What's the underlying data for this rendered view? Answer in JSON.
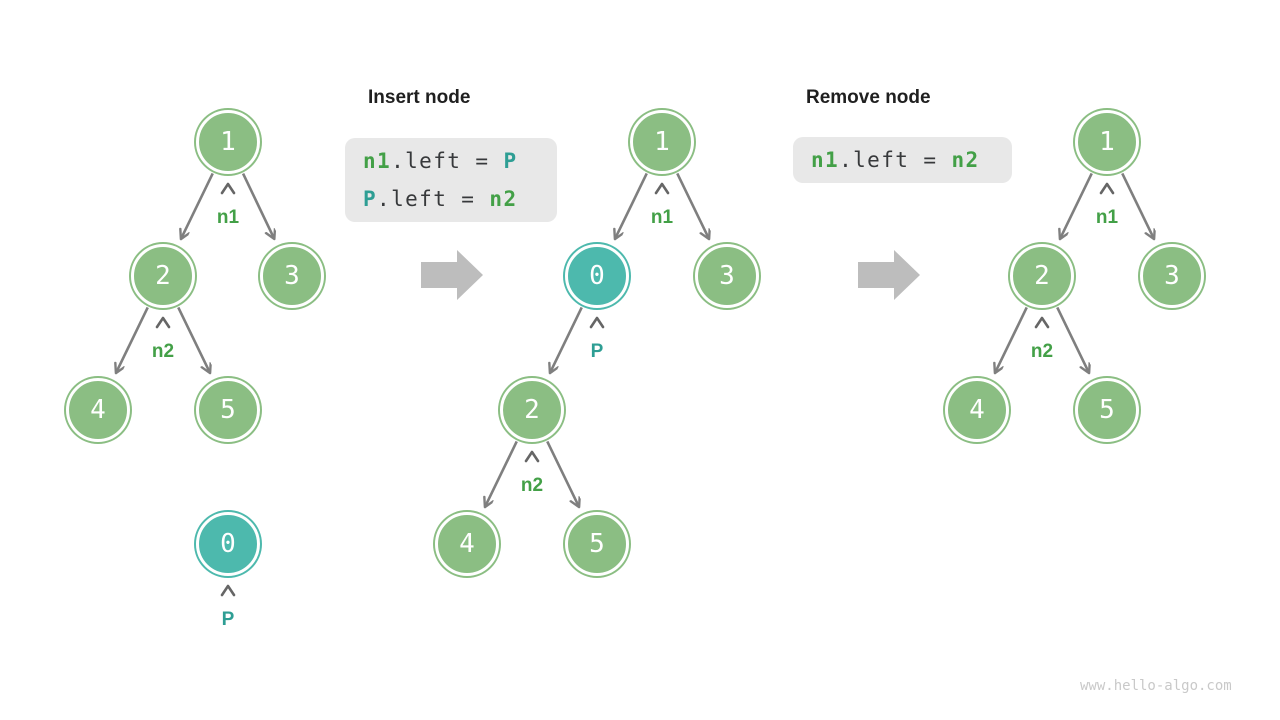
{
  "sections": [
    {
      "title": "Insert node",
      "code": {
        "lines": [
          {
            "segments": [
              {
                "text": "n1",
                "color": "green"
              },
              {
                "text": ".left = ",
                "color": "plain"
              },
              {
                "text": "P",
                "color": "teal"
              }
            ]
          },
          {
            "segments": [
              {
                "text": "P",
                "color": "teal"
              },
              {
                "text": ".left = ",
                "color": "plain"
              },
              {
                "text": "n2",
                "color": "green"
              }
            ]
          }
        ]
      }
    },
    {
      "title": "Remove node",
      "code": {
        "lines": [
          {
            "segments": [
              {
                "text": "n1",
                "color": "green"
              },
              {
                "text": ".left = ",
                "color": "plain"
              },
              {
                "text": "n2",
                "color": "green"
              }
            ]
          }
        ]
      }
    }
  ],
  "trees": [
    {
      "name": "initial-tree",
      "nodes": [
        {
          "value": "1",
          "kind": "green"
        },
        {
          "value": "2",
          "kind": "green"
        },
        {
          "value": "3",
          "kind": "green"
        },
        {
          "value": "4",
          "kind": "green"
        },
        {
          "value": "5",
          "kind": "green"
        },
        {
          "value": "0",
          "kind": "teal"
        }
      ],
      "pointers": [
        {
          "label": "n1",
          "color": "green"
        },
        {
          "label": "n2",
          "color": "green"
        },
        {
          "label": "P",
          "color": "teal"
        }
      ]
    },
    {
      "name": "after-insert-tree",
      "nodes": [
        {
          "value": "1",
          "kind": "green"
        },
        {
          "value": "0",
          "kind": "teal"
        },
        {
          "value": "3",
          "kind": "green"
        },
        {
          "value": "2",
          "kind": "green"
        },
        {
          "value": "4",
          "kind": "green"
        },
        {
          "value": "5",
          "kind": "green"
        }
      ],
      "pointers": [
        {
          "label": "n1",
          "color": "green"
        },
        {
          "label": "P",
          "color": "teal"
        },
        {
          "label": "n2",
          "color": "green"
        }
      ]
    },
    {
      "name": "after-remove-tree",
      "nodes": [
        {
          "value": "1",
          "kind": "green"
        },
        {
          "value": "2",
          "kind": "green"
        },
        {
          "value": "3",
          "kind": "green"
        },
        {
          "value": "4",
          "kind": "green"
        },
        {
          "value": "5",
          "kind": "green"
        }
      ],
      "pointers": [
        {
          "label": "n1",
          "color": "green"
        },
        {
          "label": "n2",
          "color": "green"
        }
      ]
    }
  ],
  "colors": {
    "node_green": "#8BBE83",
    "node_teal": "#4DB9AD",
    "edge_gray": "#7F7F7F",
    "label_green": "#43A047",
    "label_teal": "#2E9E94",
    "code_background": "#E8E8E8",
    "code_plain": "#37393B",
    "block_arrow_gray": "#BDBDBD",
    "title_color": "#1F1F1F"
  },
  "watermark": {
    "text": "www.hello-algo.com"
  }
}
